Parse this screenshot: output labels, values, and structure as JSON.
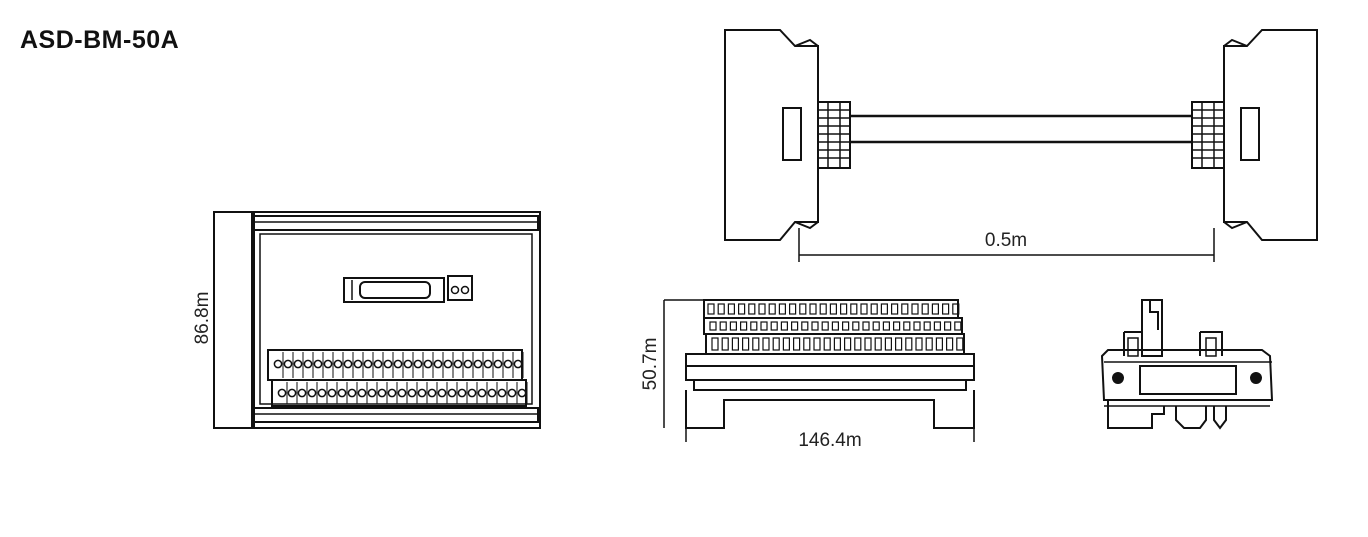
{
  "title": "ASD-BM-50A",
  "dimensions": {
    "cable_length": "0.5m",
    "height_front": "86.8m",
    "height_side": "50.7m",
    "width_side": "146.4m"
  }
}
